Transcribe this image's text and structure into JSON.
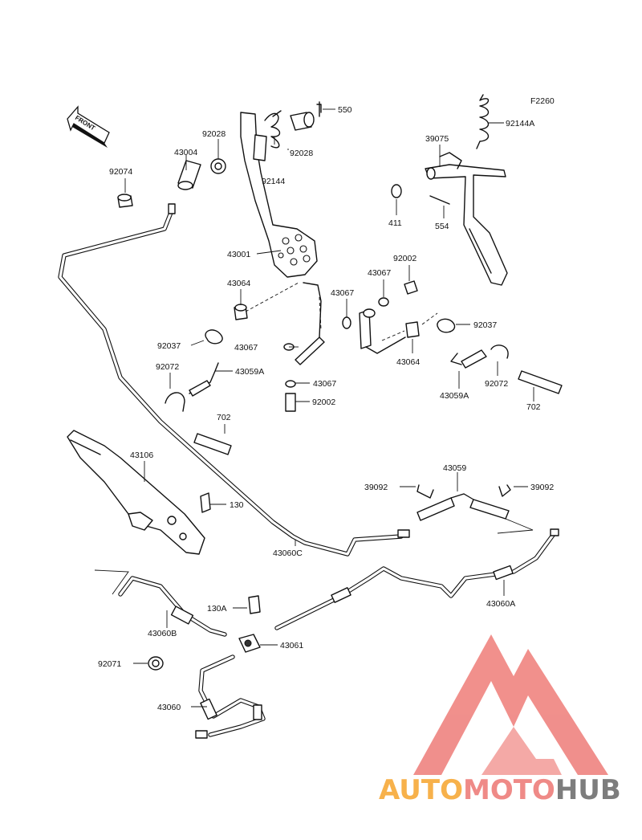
{
  "figure_code": "F2260",
  "front_label": "FRONT",
  "watermark": {
    "part1": "AUTO",
    "part2": "MOTO",
    "part3": "HUB",
    "color_auto": "#f7b14b",
    "color_moto": "#ef8a87",
    "color_hub": "#7d7d7d",
    "triangle_color": "#f08a86"
  },
  "labels": {
    "p550": "550",
    "p92144A": "92144A",
    "p92028a": "92028",
    "p92028b": "92028",
    "p43004": "43004",
    "p92074": "92074",
    "p92144": "92144",
    "p39075": "39075",
    "p411": "411",
    "p554": "554",
    "p43001": "43001",
    "p92002a": "92002",
    "p43064a": "43064",
    "p43067a": "43067",
    "p43067b": "43067",
    "p92037a": "92037",
    "p43067c": "43067",
    "p92037b": "92037",
    "p43064b": "43064",
    "p92072a": "92072",
    "p43059A_a": "43059A",
    "p43067d": "43067",
    "p92002b": "92002",
    "p92072b": "92072",
    "p43059A_b": "43059A",
    "p702a": "702",
    "p702b": "702",
    "p43106": "43106",
    "p130": "130",
    "p43059": "43059",
    "p39092a": "39092",
    "p39092b": "39092",
    "p43060C": "43060C",
    "p43060A": "43060A",
    "p130A": "130A",
    "p43060B": "43060B",
    "p43061": "43061",
    "p92071": "92071",
    "p43060": "43060"
  }
}
